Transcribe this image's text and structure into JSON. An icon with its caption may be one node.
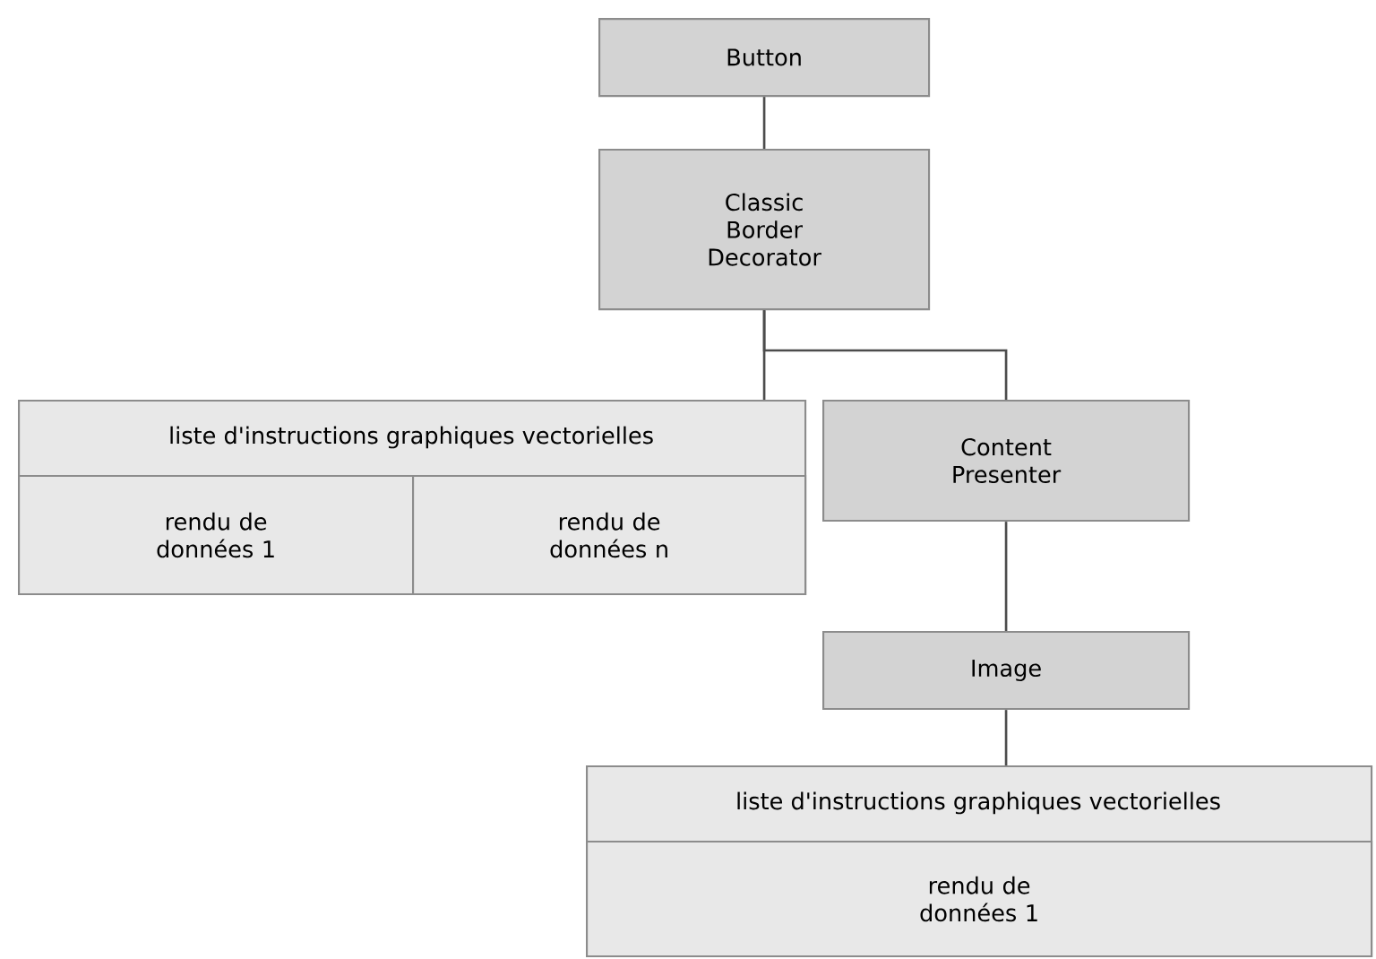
{
  "diagram": {
    "nodes": [
      {
        "text": [
          "Button"
        ]
      },
      {
        "text": [
          "Classic Border Decorator"
        ]
      },
      {
        "text": [
          "liste d'instructions graphiques vectorielles"
        ]
      },
      {
        "text": [
          "rendu de données 1"
        ],
        "in": 2
      },
      {
        "text": [
          "rendu de données n"
        ],
        "in": 2
      },
      {
        "text": [
          "Content Presenter"
        ]
      },
      {
        "text": [
          "Image"
        ]
      },
      {
        "text": [
          "liste d'instructions graphiques vectorielles"
        ]
      },
      {
        "text": [
          "rendu de données 1"
        ],
        "in": 7
      }
    ],
    "edges": [
      {
        "from": 0,
        "to": 1,
        "arrow": "none"
      },
      {
        "from": 1,
        "to": 2,
        "arrow": "none"
      },
      {
        "from": 1,
        "to": 5,
        "arrow": "none"
      },
      {
        "from": 5,
        "to": 6,
        "arrow": "none"
      },
      {
        "from": 6,
        "to": 7,
        "arrow": "none"
      }
    ]
  }
}
